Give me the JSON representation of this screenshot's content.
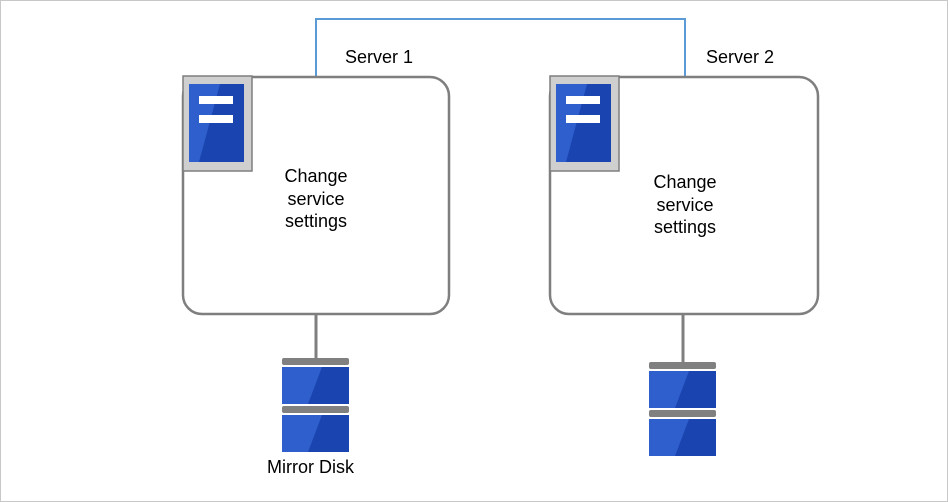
{
  "diagram": {
    "server1": {
      "label": "Server 1",
      "task": "Change service settings"
    },
    "server2": {
      "label": "Server 2",
      "task": "Change service settings"
    },
    "disk1": {
      "label": "Mirror Disk"
    },
    "colors": {
      "network_line": "#5b9bd5",
      "server_border": "#7f7f7f",
      "icon_blue": "#1a44b0",
      "icon_blue_light": "#2f5fcc",
      "icon_frame": "#cfcfcf",
      "disk_separator": "#808080"
    }
  }
}
